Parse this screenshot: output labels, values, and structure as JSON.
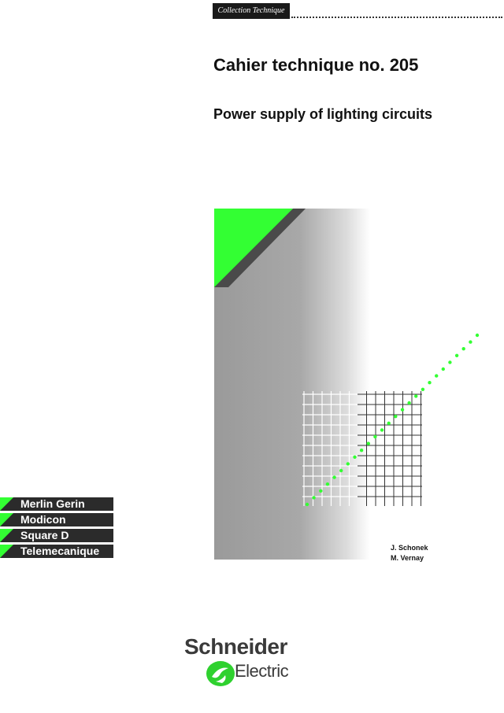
{
  "header": {
    "collection_label": "Collection Technique"
  },
  "title": "Cahier technique no. 205",
  "subtitle": "Power supply of lighting circuits",
  "authors": [
    "J. Schonek",
    "M. Vernay"
  ],
  "brands": [
    "Merlin Gerin",
    "Modicon",
    "Square D",
    "Telemecanique"
  ],
  "logo": {
    "line1": "Schneider",
    "line2": "Electric"
  },
  "colors": {
    "accent_green": "#33ff33",
    "dark": "#2b2b2b",
    "panel_grey": "#9a9a9a"
  }
}
